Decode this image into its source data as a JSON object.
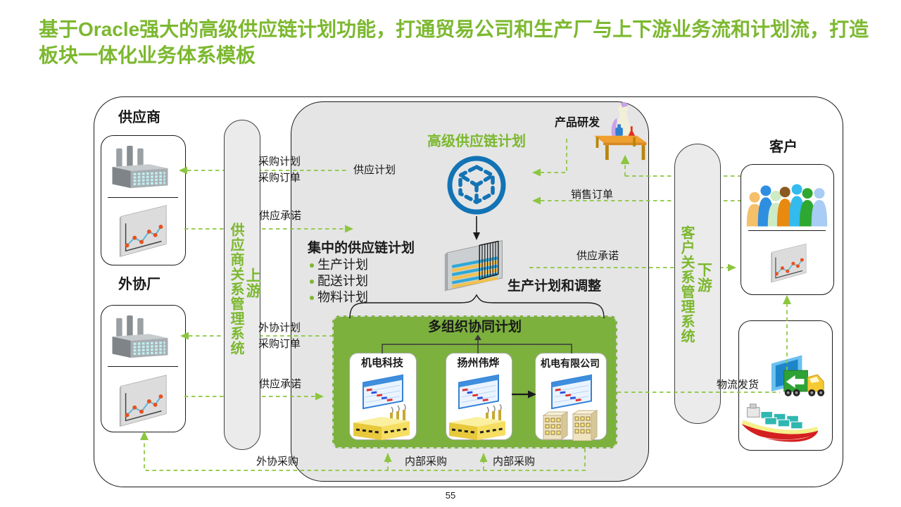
{
  "title": "基于Oracle强大的高级供应链计划功能，打通贸易公司和生产厂与上下游业务流和计划流，打造板块一体化业务体系模板",
  "page_number": "55",
  "colors": {
    "title_green": "#7CB82F",
    "flow_line_green": "#8CC63F",
    "green_box_fill": "#7CB13E",
    "ascp_blue": "#1273B5",
    "bar_fill": "#EBEBEB",
    "gray_panel": "#E5E5E5"
  },
  "left": {
    "supplier_label": "供应商",
    "outsource_label": "外协厂"
  },
  "right": {
    "customer_label": "客户"
  },
  "bars": {
    "left": {
      "system": "供应商关系管理系统",
      "stream": "上游"
    },
    "right": {
      "system": "客户关系管理系统",
      "stream": "下游"
    }
  },
  "center": {
    "ascp_title": "高级供应链计划",
    "rd_label": "产品研发",
    "central_plan_title": "集中的供应链计划",
    "bullets": [
      "生产计划",
      "配送计划",
      "物料计划"
    ],
    "prod_adjust": "生产计划和调整",
    "multi_org": {
      "title": "多组织协同计划",
      "orgs": [
        "机电科技",
        "扬州伟烨",
        "机电有限公司"
      ]
    }
  },
  "flows": {
    "purchase_plan": "采购计划",
    "purchase_order": "采购订单",
    "supply_plan": "供应计划",
    "supply_commit_upper": "供应承诺",
    "outsource_plan": "外协计划",
    "outsource_po": "采购订单",
    "supply_commit_lower": "供应承诺",
    "sales_order": "销售订单",
    "supply_commit_right": "供应承诺",
    "logistics": "物流发货",
    "outsource_purchase": "外协采购",
    "internal_purchase_1": "内部采购",
    "internal_purchase_2": "内部采购"
  },
  "icons": {
    "ascp": "network-cube-icon",
    "schedule": "gantt-panel-icon",
    "supplier": "factory-icon",
    "trend": "line-chart-icon",
    "rd": "lab-table-icon",
    "customers": "crowd-icon",
    "org_plant": "yellow-factory-icon",
    "org_screen": "plan-board-icon",
    "company": "office-buildings-icon",
    "shipping_truck": "truck-dock-icon",
    "shipping_vessel": "cargo-ship-icon"
  }
}
